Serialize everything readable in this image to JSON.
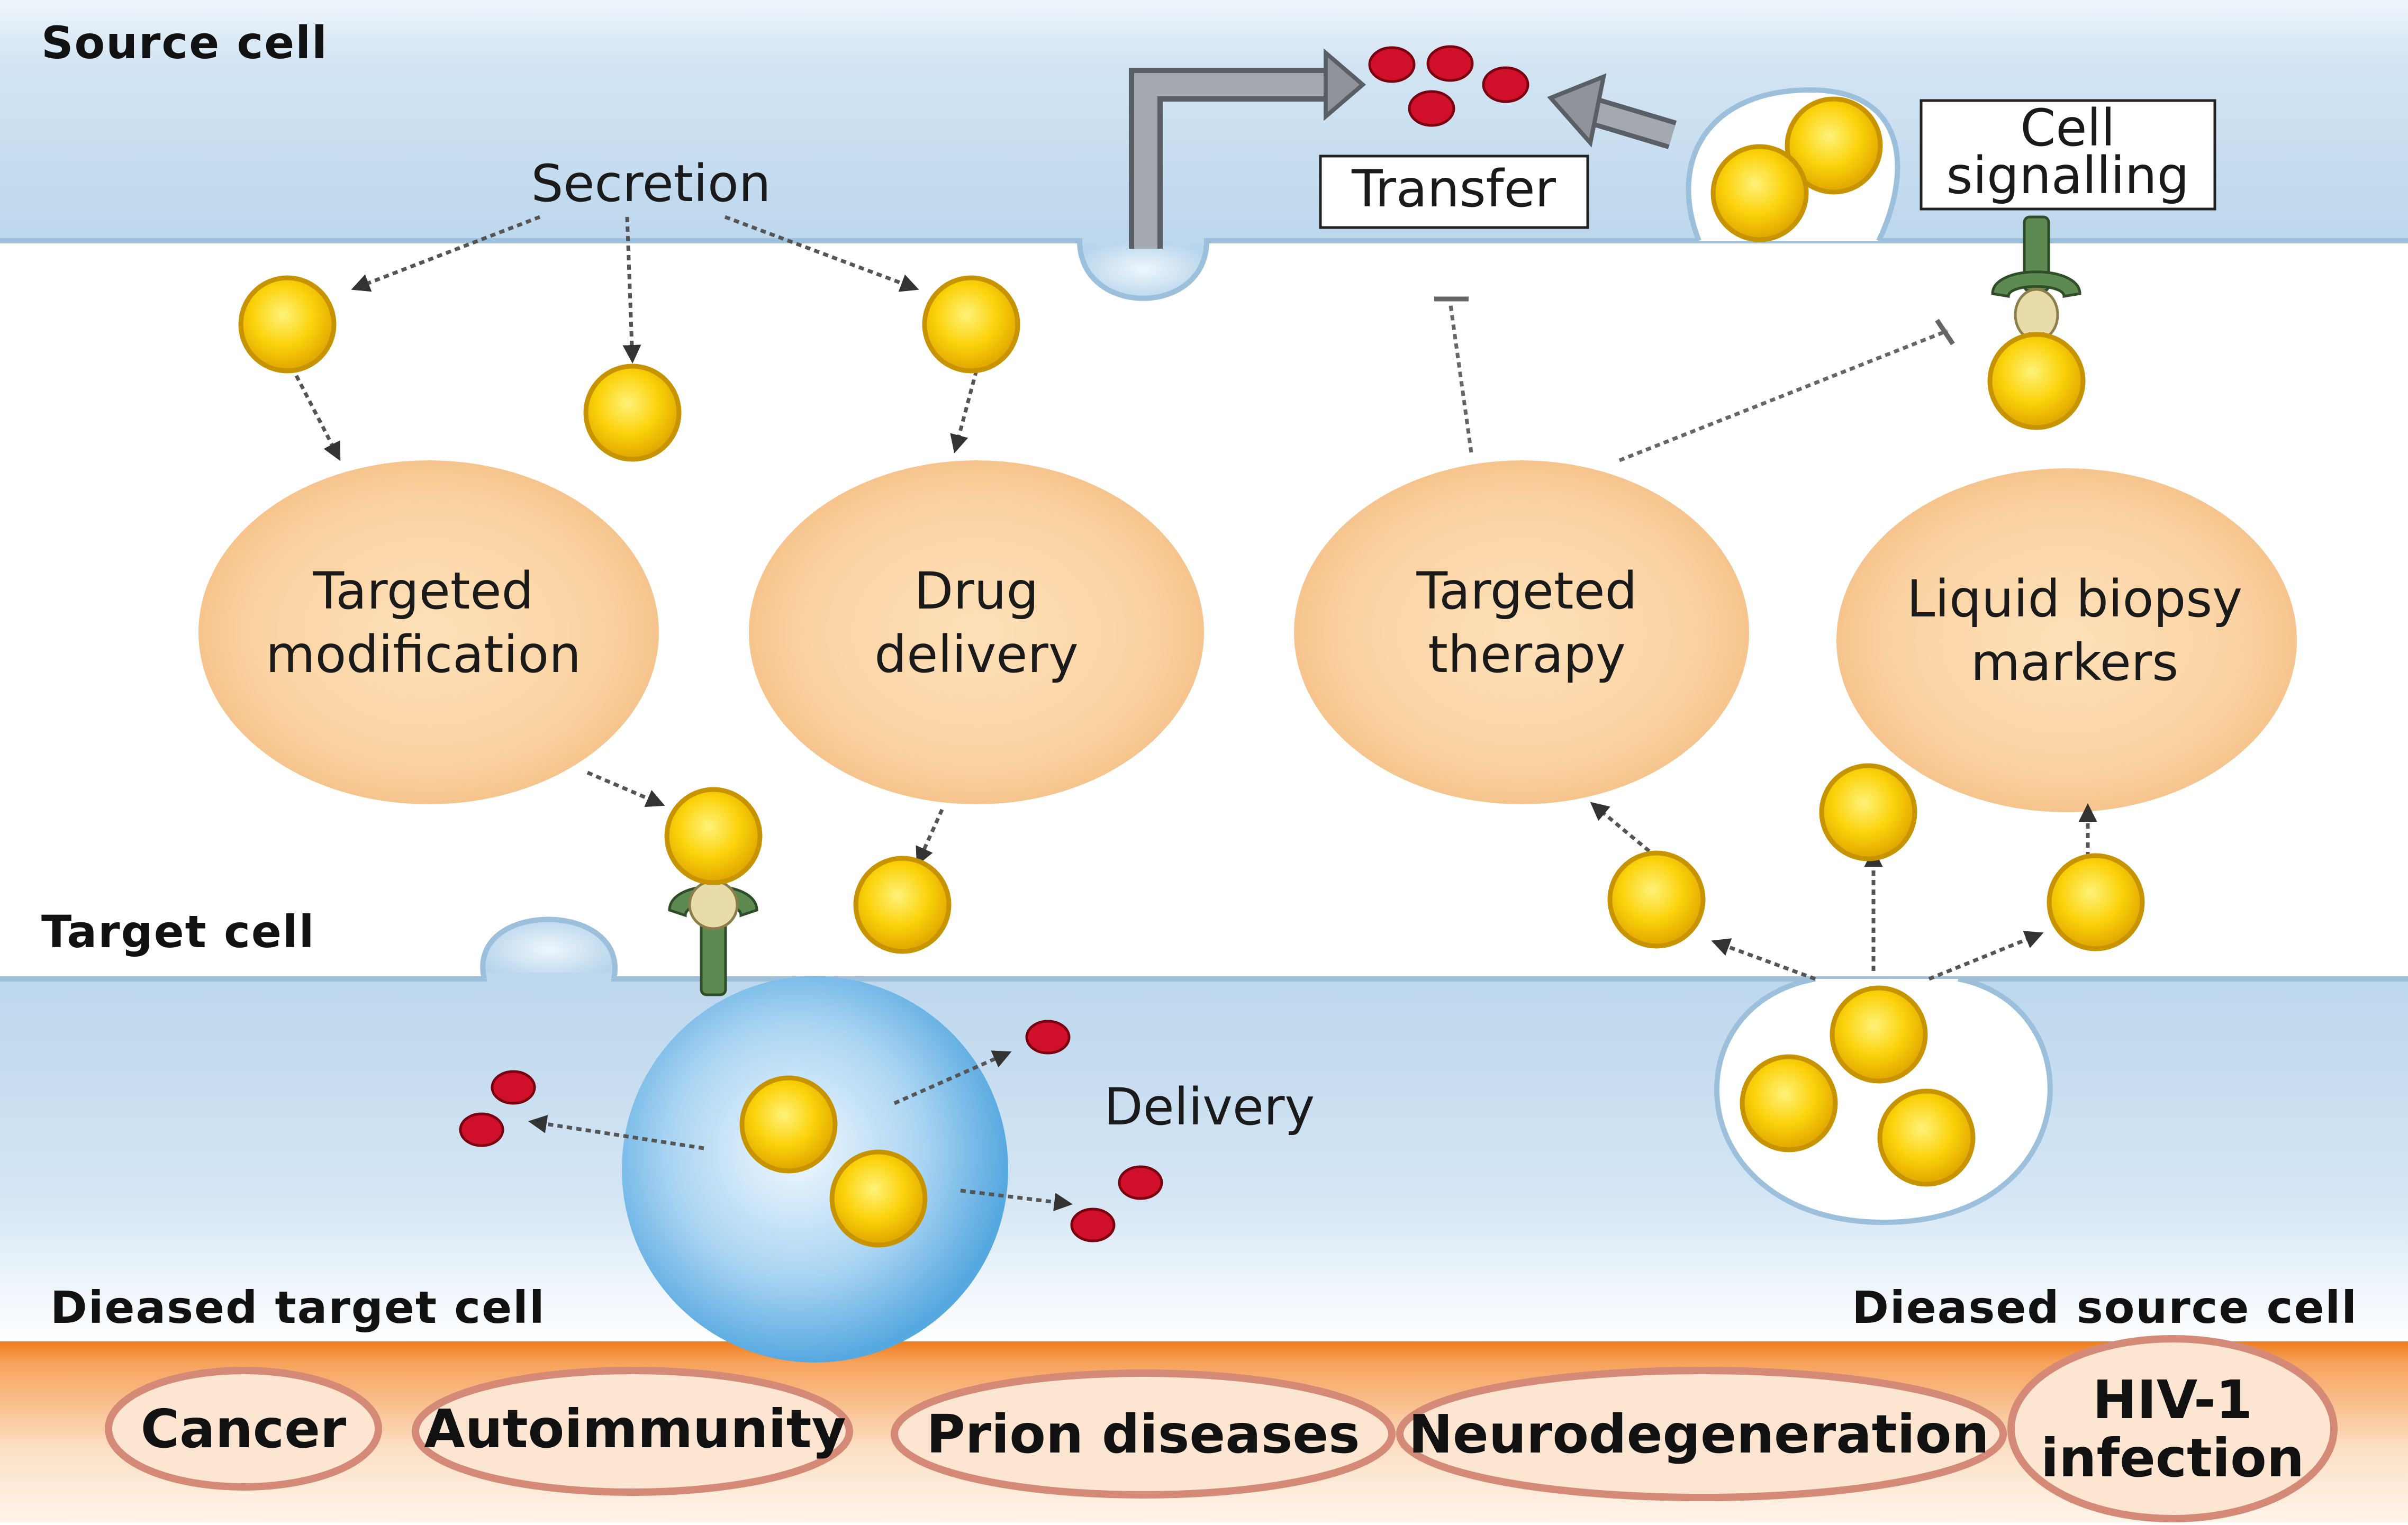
{
  "labels": {
    "source_cell": "Source cell",
    "target_cell": "Target cell",
    "diseased_target_cell": "Dieased target cell",
    "diseased_source_cell": "Dieased source cell",
    "secretion": "Secretion",
    "transfer": "Transfer",
    "cell_signalling_line1": "Cell",
    "cell_signalling_line2": "signalling",
    "delivery": "Delivery"
  },
  "applications": [
    {
      "line1": "Targeted",
      "line2": "modification"
    },
    {
      "line1": "Drug",
      "line2": "delivery"
    },
    {
      "line1": "Targeted",
      "line2": "therapy"
    },
    {
      "line1": "Liquid biopsy",
      "line2": "markers"
    }
  ],
  "diseases": [
    {
      "line1": "Cancer",
      "line2": ""
    },
    {
      "line1": "Autoimmunity",
      "line2": ""
    },
    {
      "line1": "Prion diseases",
      "line2": ""
    },
    {
      "line1": "Neurodegeneration",
      "line2": ""
    },
    {
      "line1": "HIV-1",
      "line2": "infection"
    }
  ],
  "colors": {
    "membrane": "#c6ddef",
    "membrane_edge": "#9cc0dc",
    "vesicle": "#f7c600",
    "vesicle_edge": "#c79400",
    "application_bubble": "#fbd3a3",
    "cargo": "#d0102a",
    "receptor": "#5d8a50",
    "ligand": "#e8dcaa",
    "disease_band": "#f7a35c",
    "disease_ellipse_edge": "#d48a76"
  }
}
